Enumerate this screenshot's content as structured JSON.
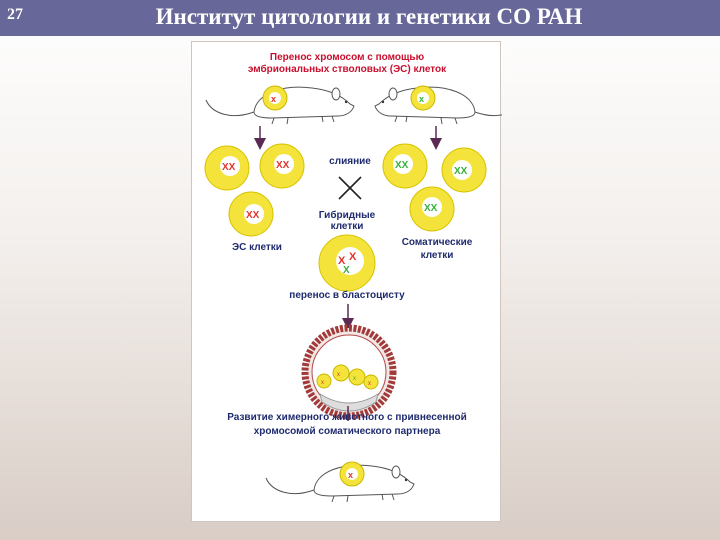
{
  "header": {
    "slide_number": "27",
    "title": "Институт цитологии и генетики  СО РАН"
  },
  "diagram": {
    "top_label_line1": "Перенос хромосом с помощью",
    "top_label_line2": "эмбриональных стволовых (ЭС) клеток",
    "fusion_label": "слияние",
    "hybrid_label_line1": "Гибридные",
    "hybrid_label_line2": "клетки",
    "es_cells_label": "ЭС клетки",
    "somatic_label_line1": "Соматические",
    "somatic_label_line2": "клетки",
    "transfer_label": "перенос в бластоцисту",
    "bottom_label_line1": "Развитие химерного животного с привнесенной",
    "bottom_label_line2": "хромосомой соматического партнера",
    "colors": {
      "cell_yellow": "#f4e33a",
      "chromosome_red": "#e0342c",
      "chromosome_green": "#35b23a",
      "label_red": "#c8102e",
      "label_blue": "#1f2b6e",
      "arrow": "#5a2a52"
    }
  }
}
